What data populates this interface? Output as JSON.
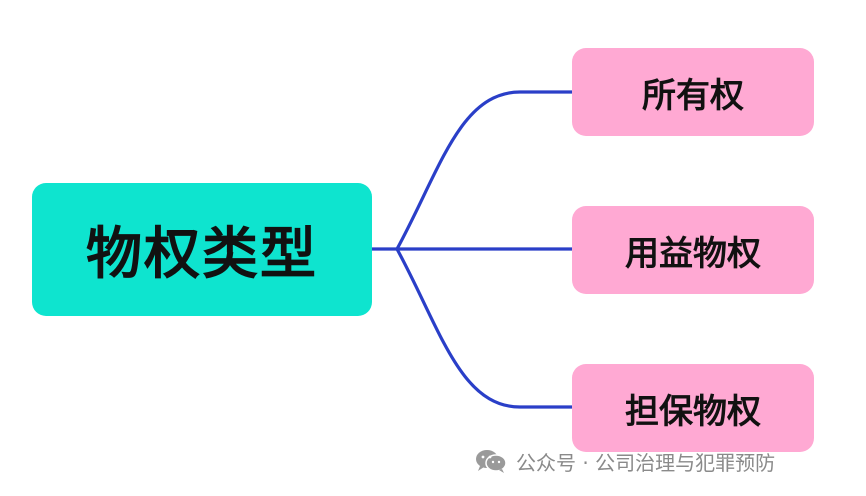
{
  "root": {
    "label": "物权类型",
    "color": "#0ee4cf"
  },
  "children": [
    {
      "label": "所有权"
    },
    {
      "label": "用益物权"
    },
    {
      "label": "担保物权"
    }
  ],
  "child_color": "#ffa9d3",
  "connector_color": "#2a3fc8",
  "watermark": {
    "icon": "wechat-icon",
    "text": "公众号 · 公司治理与犯罪预防"
  }
}
